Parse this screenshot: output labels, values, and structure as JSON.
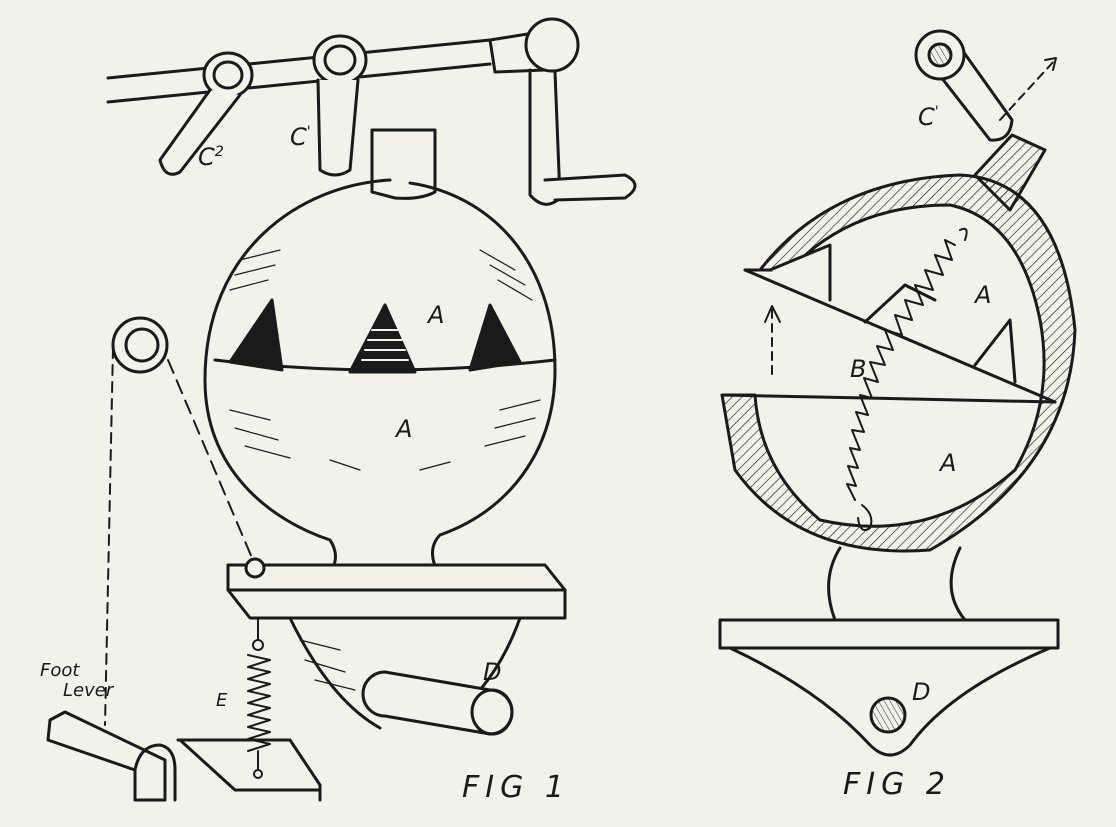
{
  "colors": {
    "paper": "#f2f1ea",
    "ink": "#1a1a1a"
  },
  "figure1": {
    "caption": "FIG 1",
    "labels": {
      "c2": "C",
      "c2_sup": "2",
      "c1": "C",
      "c1_sup": "'",
      "a_upper": "A",
      "a_lower": "A",
      "d": "D",
      "e": "E",
      "foot": "Foot",
      "lever": "Lever"
    }
  },
  "figure2": {
    "caption": "FIG 2",
    "labels": {
      "c": "C",
      "c_sup": "'",
      "a_upper": "A",
      "a_lower": "A",
      "b": "B",
      "d": "D"
    }
  }
}
